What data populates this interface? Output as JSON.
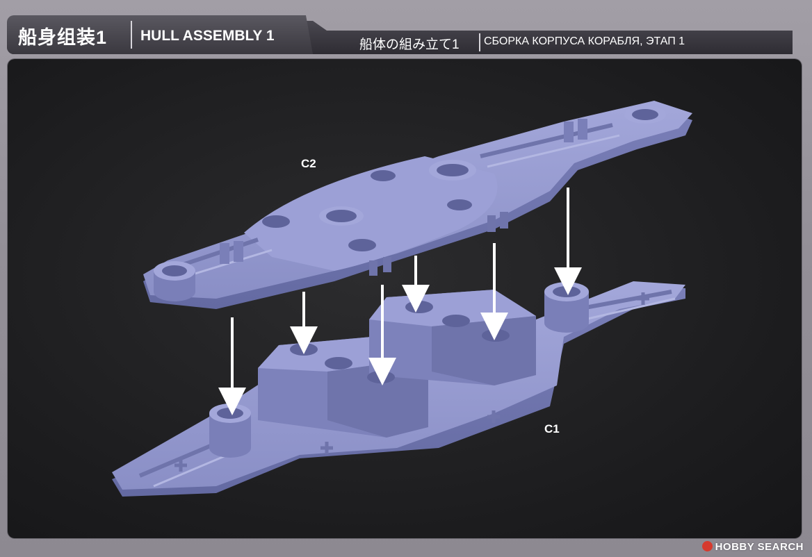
{
  "header": {
    "title_cn": "船身组装1",
    "title_en": "HULL ASSEMBLY 1",
    "title_jp": "船体の組み立て1",
    "title_ru": "СБОРКА КОРПУСА КОРАБЛЯ, ЭТАП 1"
  },
  "diagram": {
    "parts": [
      {
        "id": "C2",
        "label": "C2"
      },
      {
        "id": "C1",
        "label": "C1"
      }
    ],
    "colors": {
      "part_fill": "#8d92c8",
      "part_shade": "#6f74ab",
      "part_light": "#a7abdb",
      "arrow": "#ffffff",
      "panel_bg": "#222224"
    }
  },
  "watermark": {
    "text": "HOBBY SEARCH"
  }
}
